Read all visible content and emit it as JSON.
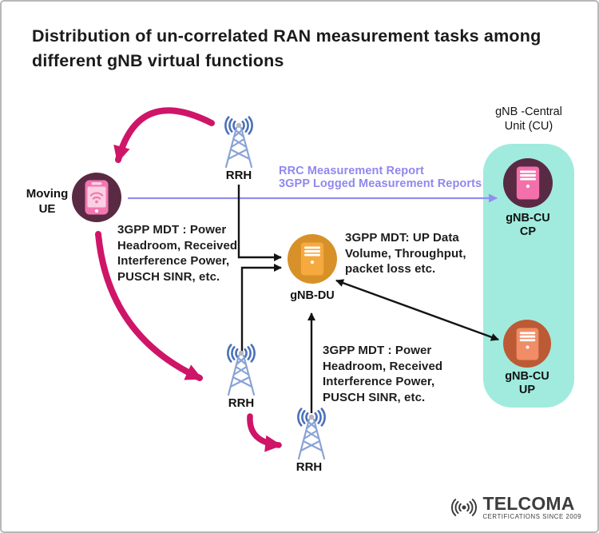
{
  "title": "Distribution of un-correlated RAN measurement tasks among\ndifferent gNB virtual functions",
  "nodes": {
    "moving_ue": "Moving\nUE",
    "rrh_top": "RRH",
    "rrh_mid": "RRH",
    "rrh_bottom": "RRH",
    "gnb_du": "gNB-DU",
    "gnb_cu_cp": "gNB-CU\nCP",
    "gnb_cu_up": "gNB-CU\nUP",
    "cu_group_title": "gNB -Central\nUnit (CU)"
  },
  "annotations": {
    "rrc_reports": "RRC Measurement Report\n3GPP Logged Measurement Reports",
    "mdt_ue": "3GPP MDT : Power\nHeadroom, Received\nInterference Power,\nPUSCH SINR, etc.",
    "mdt_du": "3GPP MDT: UP Data\nVolume, Throughput,\npacket loss etc.",
    "mdt_rrh": "3GPP MDT : Power\nHeadroom, Received\nInterference Power,\nPUSCH SINR, etc."
  },
  "footer": {
    "brand": "TELCOMA",
    "tagline": "CERTIFICATIONS SINCE 2009"
  },
  "colors": {
    "accent_pink_arrow": "#cf1568",
    "purple_report": "#8f88ee",
    "teal_cu_box": "#a0ebde",
    "plum_node": "#592a43",
    "pink_icon": "#f470ab",
    "orange_du_node": "#d79128",
    "orange_du_icon": "#f5a93e",
    "rust_up_node": "#bd5a36",
    "rust_up_icon": "#f08d66",
    "tower_blue": "#8aa3d4",
    "tower_signal_blue": "#4a70b8",
    "connector_black": "#141414"
  }
}
